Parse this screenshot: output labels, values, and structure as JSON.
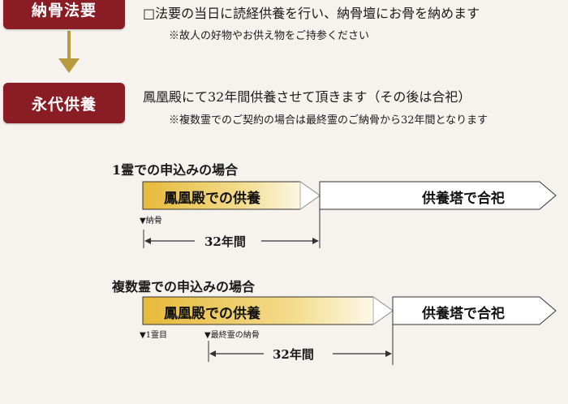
{
  "steps": [
    {
      "title": "納骨法要",
      "description": "□法要の当日に読経供養を行い、納骨壇にお骨を納めます",
      "note": "※故人の好物やお供え物をご持参ください"
    },
    {
      "title": "永代供養",
      "description": "鳳凰殿にて32年間供養させて頂きます（その後は合祀）",
      "note": "※複数霊でのご契約の場合は最終霊のご納骨から32年間となります"
    }
  ],
  "timelines": [
    {
      "heading": "1霊での申込みの場合",
      "phase1": "鳳凰殿での供養",
      "phase2": "供養塔で合祀",
      "markers": [
        "▼納骨"
      ],
      "span": "32年間"
    },
    {
      "heading": "複数霊での申込みの場合",
      "phase1": "鳳凰殿での供養",
      "phase2": "供養塔で合祀",
      "markers": [
        "▼1霊目",
        "▼最終霊の納骨"
      ],
      "span": "32年間"
    }
  ],
  "colors": {
    "step_box": "#8a1d24",
    "arrow": "#b59a3e",
    "gold_start": "#e6b93a",
    "gold_end": "#ffffff"
  }
}
